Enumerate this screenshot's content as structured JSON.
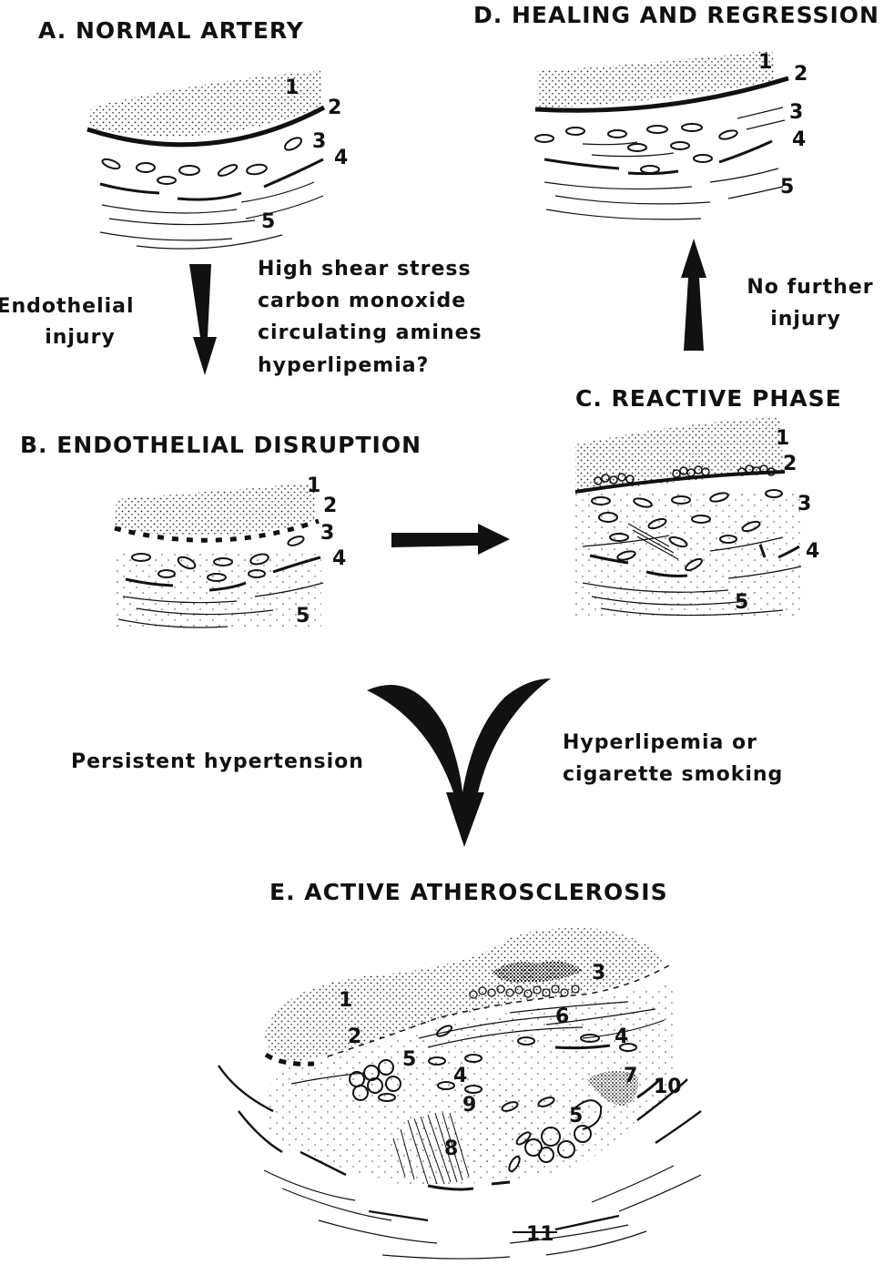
{
  "panels": {
    "a": {
      "title": "A. NORMAL ARTERY",
      "labels": [
        "1",
        "2",
        "3",
        "4",
        "5"
      ]
    },
    "b": {
      "title": "B. ENDOTHELIAL DISRUPTION",
      "labels": [
        "1",
        "2",
        "3",
        "4",
        "5"
      ]
    },
    "c": {
      "title": "C. REACTIVE PHASE",
      "labels": [
        "1",
        "2",
        "3",
        "4",
        "5"
      ]
    },
    "d": {
      "title": "D. HEALING AND REGRESSION",
      "labels": [
        "1",
        "2",
        "3",
        "4",
        "5"
      ]
    },
    "e": {
      "title": "E. ACTIVE ATHEROSCLEROSIS",
      "labels": [
        "1",
        "2",
        "3",
        "4",
        "4",
        "5",
        "5",
        "6",
        "7",
        "8",
        "9",
        "10",
        "11"
      ]
    }
  },
  "arrows": {
    "a_to_b": {
      "left_lines": [
        "Endothelial",
        "injury"
      ],
      "right_lines": [
        "High shear stress",
        "carbon monoxide",
        "circulating amines",
        "hyperlipemia?"
      ]
    },
    "c_to_d": {
      "lines": [
        "No further",
        "injury"
      ]
    },
    "bc_to_e": {
      "left_lines": [
        "Persistent hypertension"
      ],
      "right_lines": [
        "Hyperlipemia or",
        "cigarette smoking"
      ]
    }
  },
  "colors": {
    "ink": "#111111",
    "background": "#ffffff"
  }
}
